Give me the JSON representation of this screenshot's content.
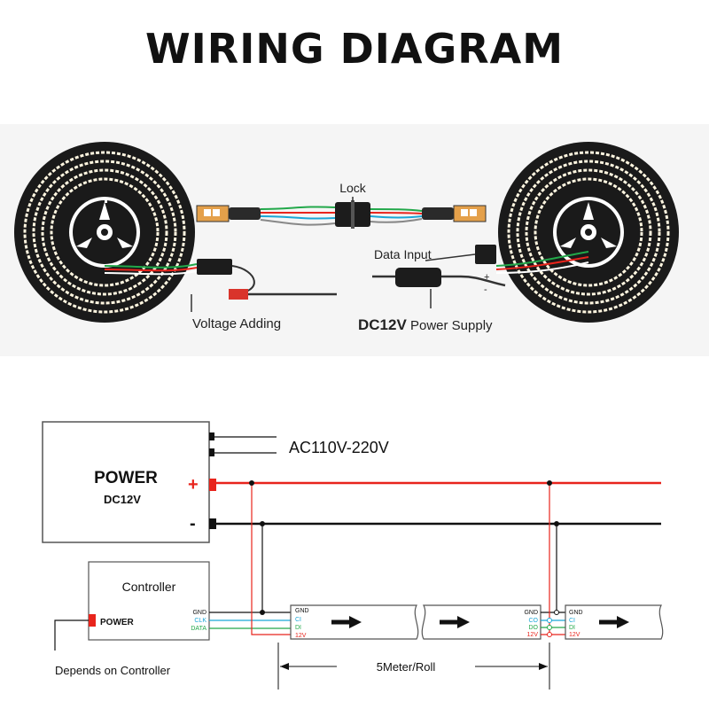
{
  "title": "WIRING DIAGRAM",
  "photo": {
    "lock_label": "Lock",
    "data_input_label": "Data Input",
    "voltage_adding_label": "Voltage Adding",
    "supply_strong": "DC12V",
    "supply_rest": " Power Supply",
    "plus_sign": "+",
    "minus_sign": "-"
  },
  "schematic": {
    "power_title": "POWER",
    "power_voltage": "DC12V",
    "plus_sign": "+",
    "minus_sign": "-",
    "ac_input": "AC110V-220V",
    "controller_title": "Controller",
    "controller_power": "POWER",
    "controller_pins": [
      "GND",
      "CLK",
      "DATA"
    ],
    "strip1_pins": [
      "GND",
      "CI",
      "DI",
      "12V"
    ],
    "strip2_pins": [
      "GND",
      "CO",
      "DO",
      "12V"
    ],
    "strip3_pins": [
      "GND",
      "CI",
      "DI",
      "12V"
    ],
    "depends_note": "Depends on Controller",
    "length_label": "5Meter/Roll"
  },
  "colors": {
    "positive": "#e8241c",
    "negative": "#111111",
    "clk": "#1aa6d6",
    "data": "#22a84a",
    "reel": "#1a1a1a",
    "led": "#fff6e0"
  }
}
